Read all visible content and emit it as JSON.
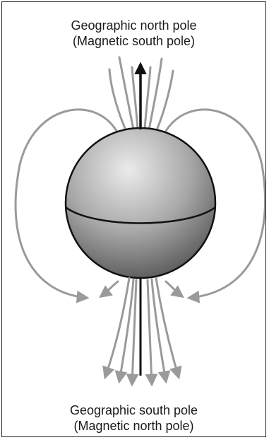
{
  "labels": {
    "top_line1": "Geographic north pole",
    "top_line2": "(Magnetic south pole)",
    "bottom_line1": "Geographic south pole",
    "bottom_line2": "(Magnetic north pole)"
  },
  "colors": {
    "field_line": "#9a9a9a",
    "axis": "#111111",
    "sphere_light": "#ebebeb",
    "sphere_mid": "#9c9c9c",
    "sphere_dark": "#5a5a5a",
    "frame": "#222222"
  }
}
